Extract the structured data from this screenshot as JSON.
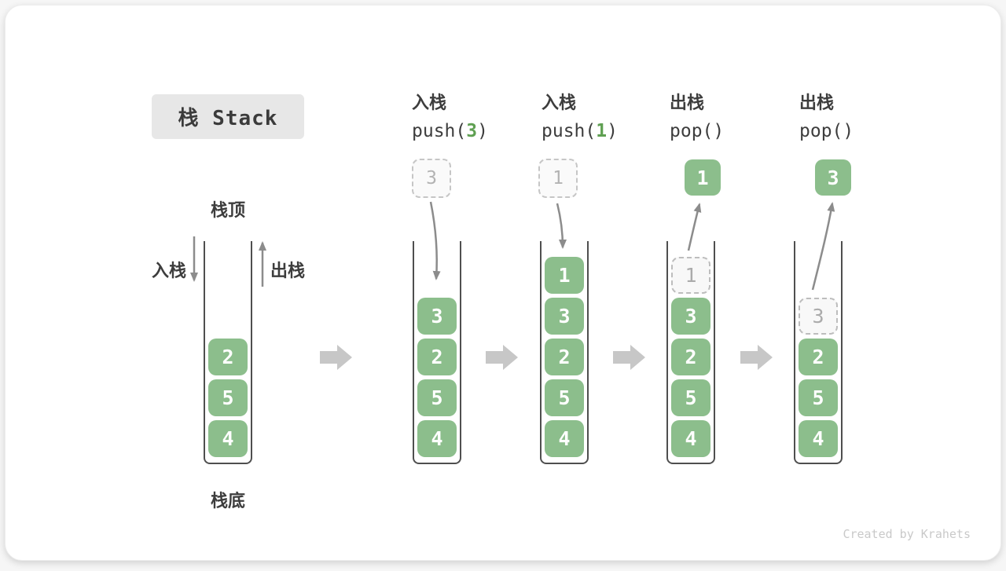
{
  "header": {
    "title": "栈 Stack"
  },
  "legend": {
    "stack_top": "栈顶",
    "stack_bottom": "栈底",
    "push": "入栈",
    "pop": "出栈"
  },
  "operations": [
    {
      "action": "入栈",
      "code_prefix": "push(",
      "code_arg": "3",
      "code_suffix": ")"
    },
    {
      "action": "入栈",
      "code_prefix": "push(",
      "code_arg": "1",
      "code_suffix": ")"
    },
    {
      "action": "出栈",
      "code_prefix": "pop(",
      "code_arg": "",
      "code_suffix": ")"
    },
    {
      "action": "出栈",
      "code_prefix": "pop(",
      "code_arg": "",
      "code_suffix": ")"
    }
  ],
  "stacks": [
    {
      "blocks": [
        "2",
        "5",
        "4"
      ]
    },
    {
      "blocks": [
        "3",
        "2",
        "5",
        "4"
      ],
      "incoming": "3"
    },
    {
      "blocks": [
        "1",
        "3",
        "2",
        "5",
        "4"
      ],
      "incoming": "1"
    },
    {
      "blocks": [
        "3",
        "2",
        "5",
        "4"
      ],
      "ghost": "1",
      "popped": "1"
    },
    {
      "blocks": [
        "2",
        "5",
        "4"
      ],
      "ghost": "3",
      "popped": "3"
    }
  ],
  "watermark": "Created by Krahets",
  "colors": {
    "block_green": "#8cbe8c",
    "code_arg_green": "#5fa052",
    "flow_arrow_gray": "#c7c7c7",
    "line_arrow_gray": "#8c8c8c",
    "title_box_gray": "#e7e7e7"
  }
}
